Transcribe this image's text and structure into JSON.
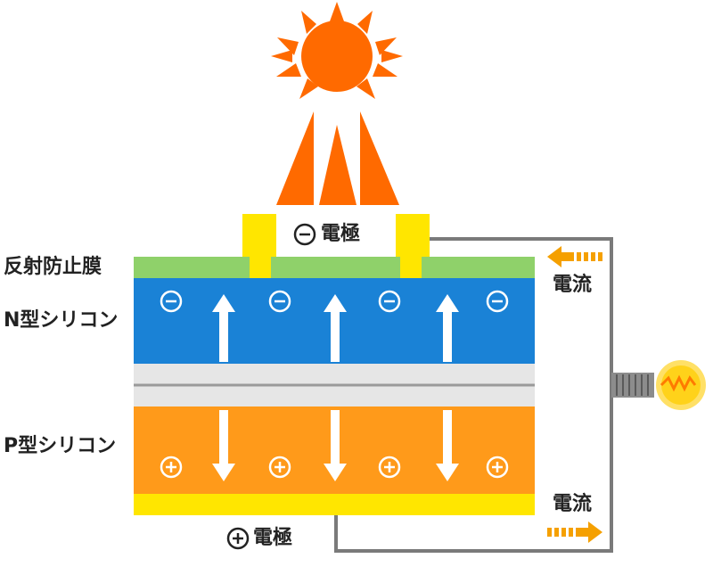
{
  "labels": {
    "minus_electrode": "電極",
    "plus_electrode": "電極",
    "anti_reflection": "反射防止膜",
    "n_type": "N型シリコン",
    "p_type": "P型シリコン",
    "current_top": "電流",
    "current_bottom": "電流"
  },
  "symbols": {
    "minus": "−",
    "plus": "+"
  },
  "colors": {
    "sun": "#ff6a00",
    "ray": "#ff6a00",
    "electrode": "#ffe600",
    "anti_reflection_film": "#8fd16a",
    "n_silicon": "#1a82d6",
    "p_silicon": "#ff9a1a",
    "junction": "#e6e6e6",
    "wire": "#7a7a7a",
    "current_arrow": "#f5a000",
    "bulb_glass": "#ffd21a"
  },
  "icons": {
    "sun": "sun-icon",
    "bulb": "light-bulb-icon",
    "electron": "minus-circle-icon",
    "hole": "plus-circle-icon"
  }
}
